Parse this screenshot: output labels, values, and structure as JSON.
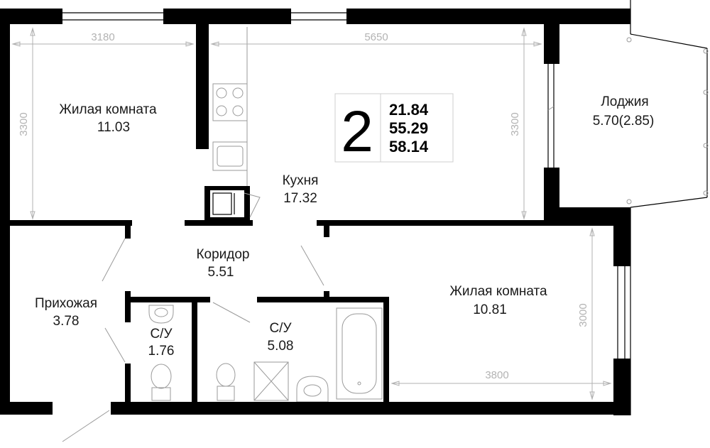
{
  "rooms": {
    "living_room_1": {
      "name": "Жилая комната",
      "area": "11.03"
    },
    "kitchen": {
      "name": "Кухня",
      "area": "17.32"
    },
    "loggia": {
      "name": "Лоджия",
      "area": "5.70(2.85)"
    },
    "corridor": {
      "name": "Коридор",
      "area": "5.51"
    },
    "hallway": {
      "name": "Прихожая",
      "area": "3.78"
    },
    "bathroom_1": {
      "name": "С/У",
      "area": "1.76"
    },
    "bathroom_2": {
      "name": "С/У",
      "area": "5.08"
    },
    "living_room_2": {
      "name": "Жилая комната",
      "area": "10.81"
    }
  },
  "dimensions": {
    "room1_width": "3180",
    "room1_height": "3300",
    "kitchen_width": "5650",
    "kitchen_height": "3300",
    "room2_width": "3800",
    "room2_height": "3000"
  },
  "badge": {
    "room_count": "2",
    "living_area": "21.84",
    "total_area": "55.29",
    "area_with_loggia": "58.14"
  }
}
